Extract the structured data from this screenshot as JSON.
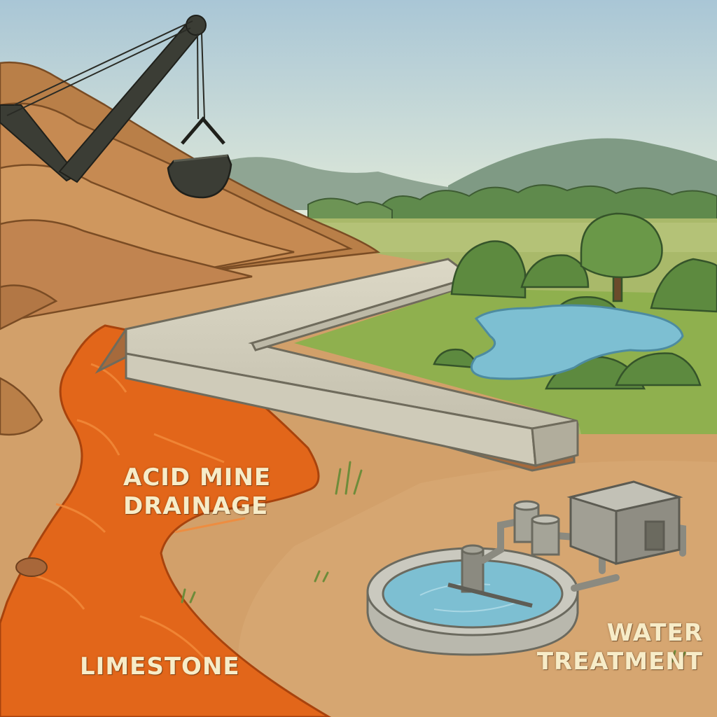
{
  "labels": {
    "acid_mine_drainage": [
      "ACID MINE",
      "DRAINAGE"
    ],
    "limestone": "LIMESTONE",
    "water_treatment": [
      "WATER",
      "TREATMENT"
    ]
  },
  "colors": {
    "sky_top": "#a9c6d6",
    "sky_bottom": "#e4ecd9",
    "label_text": "#f7ecc8",
    "acid_drainage": "#e2661a",
    "soil": "#d2a06a",
    "spoil_heap": "#c68a52",
    "limestone_wall": "#cfcbb9",
    "water": "#7dbfd2",
    "grass": "#8fb04e",
    "machinery": "#3b3d35",
    "concrete": "#b9b8ad"
  },
  "icons": {
    "dragline": "dragline-excavator-icon",
    "bucket": "bucket-icon",
    "tree": "tree-icon",
    "clarifier": "clarifier-tank-icon",
    "building": "treatment-building-icon"
  }
}
